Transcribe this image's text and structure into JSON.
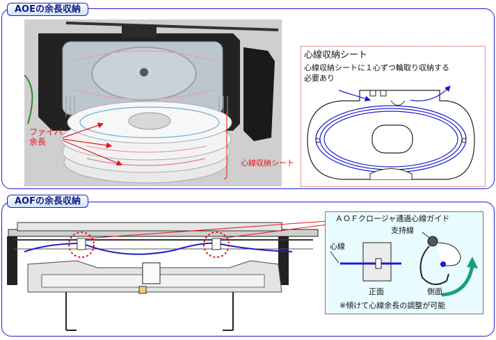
{
  "section1": {
    "tab": "AOEの余長収納",
    "callouts": {
      "fiber_line1": "ファイバ",
      "fiber_line2": "余長",
      "sheet": "心線収納シート"
    },
    "detail": {
      "title": "心線収納シート",
      "desc_line1": "心線収納シートに１心ずつ輪取り収納する",
      "desc_line2": "必要あり"
    }
  },
  "section2": {
    "tab": "AOFの余長収納",
    "inset": {
      "title": "ＡＯＦクロージャ通過心線ガイド",
      "support": "支持線",
      "core": "心線",
      "front": "正面",
      "side": "側面",
      "note": "※傾けて心線余長の調整が可能"
    }
  },
  "colors": {
    "accent": "#1b1bd0",
    "callout": "#e0141e",
    "fiber": "#1c1cc8"
  }
}
